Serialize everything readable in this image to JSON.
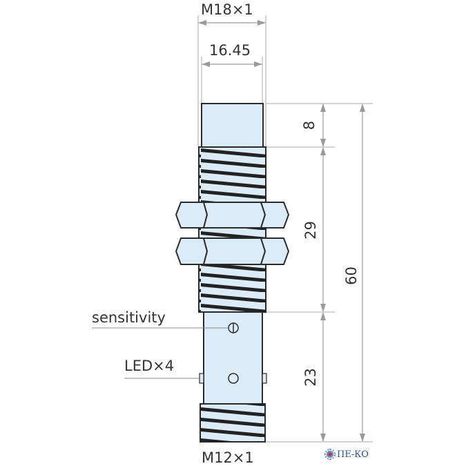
{
  "title": "Inductive sensor M18 dimensional drawing",
  "dimensions": {
    "thread_top": "M18×1",
    "body_diameter": "16.45",
    "cap_length": "8",
    "thread_length": "29",
    "lower_body_length": "23",
    "total_length": "60",
    "connector_thread": "M12×1"
  },
  "labels": {
    "sensitivity": "sensitivity",
    "led": "LED×4"
  },
  "logo": "ПЕ-КО",
  "colors": {
    "body_fill": "#dcebf8",
    "outline": "#2b2b2b",
    "dim_line": "#9a9a9a"
  }
}
